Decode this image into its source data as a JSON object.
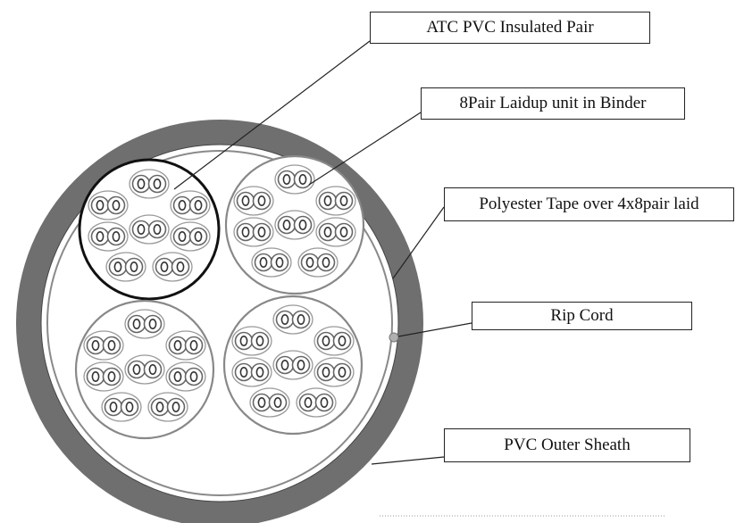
{
  "labels": {
    "insulated_pair": "ATC PVC Insulated  Pair",
    "laidup_unit": "8Pair Laidup unit  in Binder",
    "polyester_tape": "Polyester  Tape over 4x8pair laid",
    "rip_cord": "Rip Cord",
    "outer_sheath": "PVC Outer Sheath"
  },
  "colors": {
    "sheath": "#6f6f6f",
    "outline": "#222222",
    "background": "#ffffff"
  },
  "structure": {
    "units": 4,
    "pairs_per_unit": 8
  }
}
